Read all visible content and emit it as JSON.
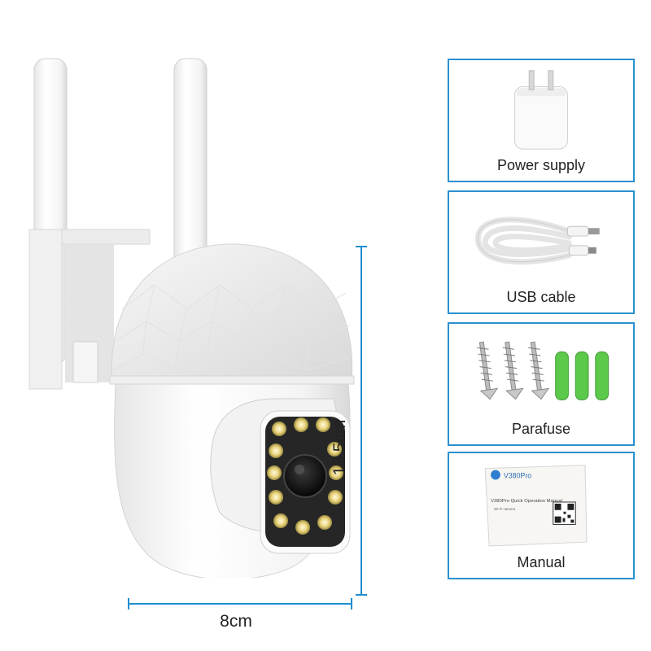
{
  "dimensions": {
    "width_label": "8cm",
    "height_label": "13.5cm"
  },
  "accessories": [
    {
      "label": "Power supply"
    },
    {
      "label": "USB cable"
    },
    {
      "label": "Parafuse"
    },
    {
      "label": "Manual"
    }
  ],
  "manual_cover": {
    "brand": "V380Pro",
    "heading": "V380Pro Quick Operation Manual",
    "subheading": "Wi-Fi camera"
  },
  "colors": {
    "accent": "#2a90cf",
    "anchor_green": "#5cc94a"
  }
}
